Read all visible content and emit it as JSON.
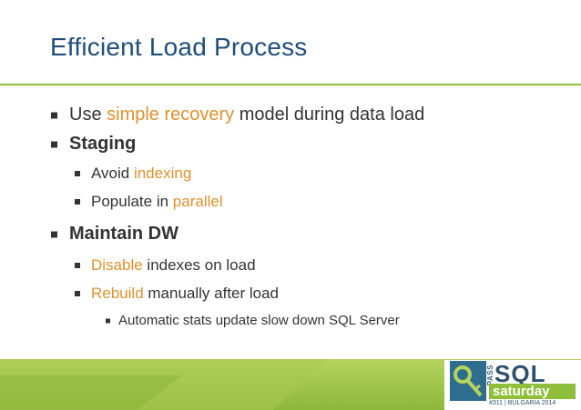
{
  "slide": {
    "title": "Efficient Load Process",
    "bullets": [
      {
        "pre": "Use ",
        "hl": "simple recovery",
        "post": " model during data load"
      },
      {
        "text": "Staging"
      },
      {
        "pre": "Avoid ",
        "hl": "indexing",
        "post": ""
      },
      {
        "pre": "Populate in ",
        "hl": "parallel",
        "post": ""
      },
      {
        "text": "Maintain DW"
      },
      {
        "pre": "",
        "hl": "Disable",
        "post": " indexes on load"
      },
      {
        "pre": "",
        "hl": "Rebuild",
        "post": " manually after load"
      },
      {
        "text": "Automatic stats update slow down SQL Server"
      }
    ]
  },
  "logo": {
    "pass": "PASS",
    "sql": "SQL",
    "saturday": "saturday",
    "event": "#311 | BULGARIA 2014"
  },
  "colors": {
    "title": "#1f4e79",
    "highlight": "#e0902d",
    "accent_green": "#8fbf3a"
  }
}
